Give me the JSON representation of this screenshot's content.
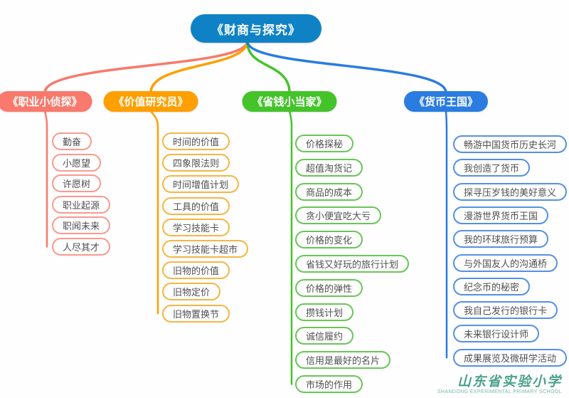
{
  "central": {
    "label": "《财商与探究》",
    "bg": "#0f82c6"
  },
  "branches": [
    {
      "label": "《职业小侦探》",
      "color": "#f9796c",
      "child_border": "#fa9a8f",
      "children": [
        "勤奋",
        "小愿望",
        "许愿树",
        "职业起源",
        "职闻未来",
        "人尽其才"
      ]
    },
    {
      "label": "《价值研究员》",
      "color": "#ff9f00",
      "child_border": "#f6b544",
      "children": [
        "时间的价值",
        "四象限法则",
        "时间增值计划",
        "工具的价值",
        "学习技能卡",
        "学习技能卡超市",
        "旧物的价值",
        "旧物定价",
        "旧物置换节"
      ]
    },
    {
      "label": "《省钱小当家》",
      "color": "#45c32b",
      "child_border": "#67c756",
      "children": [
        "价格探秘",
        "超值淘货记",
        "商品的成本",
        "贪小便宜吃大亏",
        "价格的变化",
        "省钱又好玩的旅行计划",
        "价格的弹性",
        "攒钱计划",
        "诚信履约",
        "信用是最好的名片",
        "市场的作用"
      ]
    },
    {
      "label": "《货币王国》",
      "color": "#2a7ce0",
      "child_border": "#5590e4",
      "children": [
        "畅游中国货币历史长河",
        "我创造了货币",
        "探寻压岁钱的美好意义",
        "漫游世界货币王国",
        "我的环球旅行预算",
        "与外国友人的沟通桥",
        "纪念币的秘密",
        "我自己发行的银行卡",
        "未来银行设计师",
        "成果展览及微研学活动"
      ]
    }
  ],
  "watermark": {
    "name": "山东省实验小学",
    "subtitle": "SHANDONG EXPERIMENTAL PRIMARY SCHOOL",
    "color": "#4aa18c"
  }
}
